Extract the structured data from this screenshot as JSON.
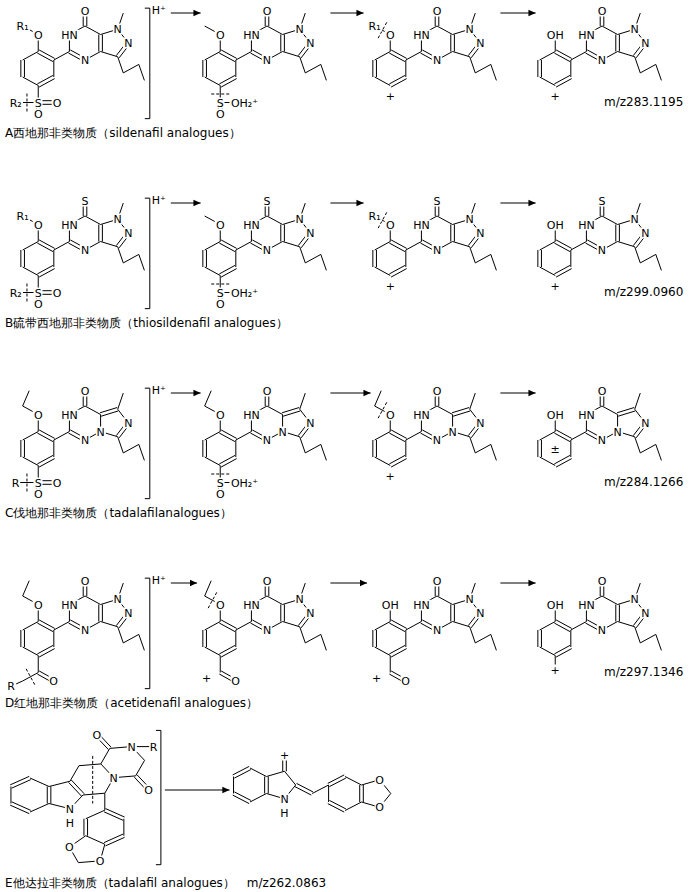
{
  "diagram": {
    "nodes": [
      {
        "text": [
          "R₁",
          "O",
          "O",
          "HN",
          "N",
          "N",
          "N",
          "R₂",
          "S",
          "O",
          "O",
          "H⁺"
        ]
      },
      {
        "text": [
          "O",
          "O",
          "HN",
          "N",
          "N",
          "N",
          "S",
          "OH₂⁺",
          "O"
        ]
      },
      {
        "text": [
          "R₁",
          "O",
          "O",
          "HN",
          "N",
          "N",
          "N",
          "+"
        ]
      },
      {
        "text": [
          "OH",
          "O",
          "HN",
          "N",
          "N",
          "N",
          "+"
        ]
      },
      {
        "text": [
          "R₁",
          "O",
          "S",
          "HN",
          "N",
          "N",
          "N",
          "R₂",
          "S",
          "O",
          "O",
          "H⁺"
        ]
      },
      {
        "text": [
          "O",
          "S",
          "HN",
          "N",
          "N",
          "N",
          "S",
          "OH₂⁺",
          "O"
        ]
      },
      {
        "text": [
          "R₁",
          "O",
          "S",
          "HN",
          "N",
          "N",
          "N",
          "+"
        ]
      },
      {
        "text": [
          "OH",
          "S",
          "HN",
          "N",
          "N",
          "N",
          "+"
        ]
      },
      {
        "text": [
          "O",
          "O",
          "HN",
          "N",
          "N",
          "N",
          "R",
          "S",
          "O",
          "O",
          "H⁺"
        ]
      },
      {
        "text": [
          "O",
          "O",
          "HN",
          "N",
          "N",
          "N",
          "S",
          "OH₂⁺",
          "O"
        ]
      },
      {
        "text": [
          "O",
          "O",
          "HN",
          "N",
          "N",
          "N",
          "+"
        ]
      },
      {
        "text": [
          "OH",
          "O",
          "HN",
          "N",
          "N",
          "N",
          "±"
        ]
      },
      {
        "text": [
          "O",
          "O",
          "HN",
          "N",
          "N",
          "N",
          "O",
          "R",
          "H⁺"
        ]
      },
      {
        "text": [
          "O",
          "O",
          "HN",
          "N",
          "N",
          "N",
          "+",
          "O"
        ]
      },
      {
        "text": [
          "OH",
          "O",
          "HN",
          "N",
          "N",
          "N",
          "+",
          "O"
        ]
      },
      {
        "text": [
          "OH",
          "O",
          "HN",
          "N",
          "N",
          "N",
          "+"
        ]
      },
      {
        "text": [
          "O",
          "N",
          "R",
          "N",
          "O",
          "N",
          "H",
          "O",
          "O"
        ]
      },
      {
        "text": [
          "+",
          "N",
          "H",
          "O",
          "O"
        ]
      }
    ],
    "edges": [
      {
        "from": 0,
        "to": 1,
        "arrow": "to"
      },
      {
        "from": 1,
        "to": 2,
        "arrow": "to"
      },
      {
        "from": 2,
        "to": 3,
        "arrow": "to"
      },
      {
        "from": 4,
        "to": 5,
        "arrow": "to"
      },
      {
        "from": 5,
        "to": 6,
        "arrow": "to"
      },
      {
        "from": 6,
        "to": 7,
        "arrow": "to"
      },
      {
        "from": 8,
        "to": 9,
        "arrow": "to"
      },
      {
        "from": 9,
        "to": 10,
        "arrow": "to"
      },
      {
        "from": 10,
        "to": 11,
        "arrow": "to"
      },
      {
        "from": 12,
        "to": 13,
        "arrow": "to"
      },
      {
        "from": 13,
        "to": 14,
        "arrow": "to"
      },
      {
        "from": 14,
        "to": 15,
        "arrow": "to"
      },
      {
        "from": 16,
        "to": 17,
        "arrow": "to"
      }
    ],
    "labels": [
      "A西地那非类物质（sildenafil analogues）",
      "m/z283.1195",
      "B硫带西地那非类物质（thiosildenafil analogues）",
      "m/z299.0960",
      "C伐地那非类物质（tadalafilanalogues）",
      "m/z284.1266",
      "D红地那非类物质（acetidenafil analogues）",
      "m/z297.1346",
      "E他达拉非类物质（tadalafil analogues）",
      "m/z262.0863"
    ]
  }
}
